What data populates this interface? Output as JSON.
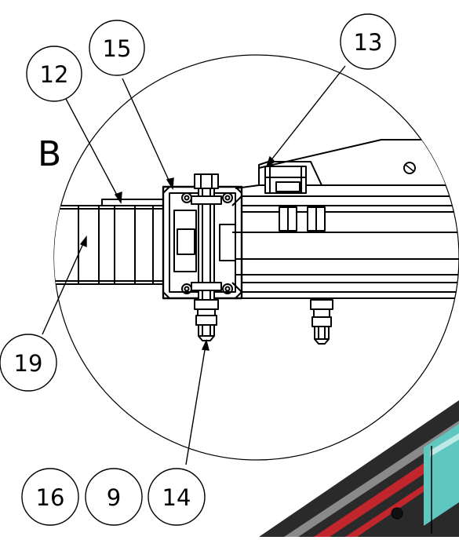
{
  "view": {
    "label": "B",
    "callouts": [
      "13",
      "15",
      "12",
      "19",
      "16",
      "9",
      "14"
    ]
  },
  "colors": {
    "ink": "#000000",
    "paper": "#ffffff",
    "rail_dark": "#2a2a2a",
    "rail_red": "#c0262b",
    "rail_teal": "#5fc7c0",
    "rail_grey": "#8a8a8a"
  }
}
